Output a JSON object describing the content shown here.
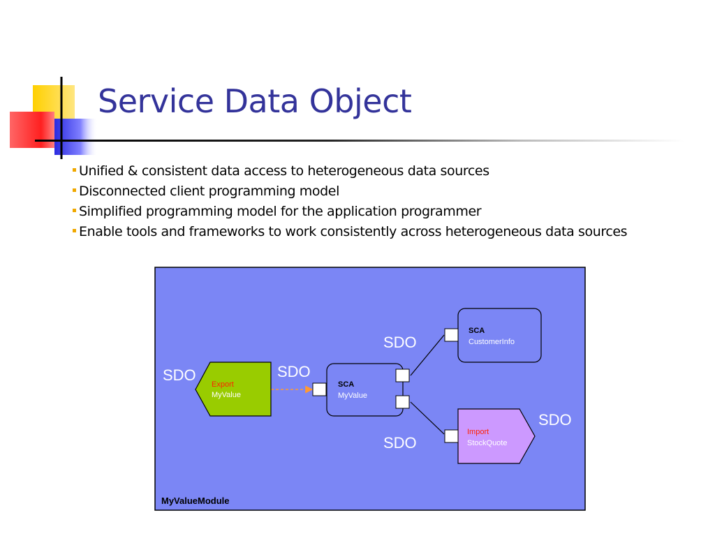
{
  "slide": {
    "title": "Service Data Object",
    "bullets": [
      "Unified & consistent data access to heterogeneous data sources",
      "Disconnected client programming model",
      "Simplified programming model for the application programmer",
      "Enable tools and frameworks to work consistently across heterogeneous data sources"
    ]
  },
  "diagram": {
    "module_label": "MyValueModule",
    "export": {
      "kind": "Export",
      "name": "MyValue"
    },
    "component": {
      "kind": "SCA",
      "name": "MyValue"
    },
    "customer": {
      "kind": "SCA",
      "name": "CustomerInfo"
    },
    "import": {
      "kind": "Import",
      "name": "StockQuote"
    },
    "sdo_labels": [
      "SDO",
      "SDO",
      "SDO",
      "SDO",
      "SDO"
    ]
  },
  "colors": {
    "title": "#33339a",
    "module_background": "#7b86f5",
    "export_fill": "#99cc00",
    "import_fill": "#cc99ff",
    "red_label": "#ff2200",
    "bullet_mark": "#f0a800"
  }
}
